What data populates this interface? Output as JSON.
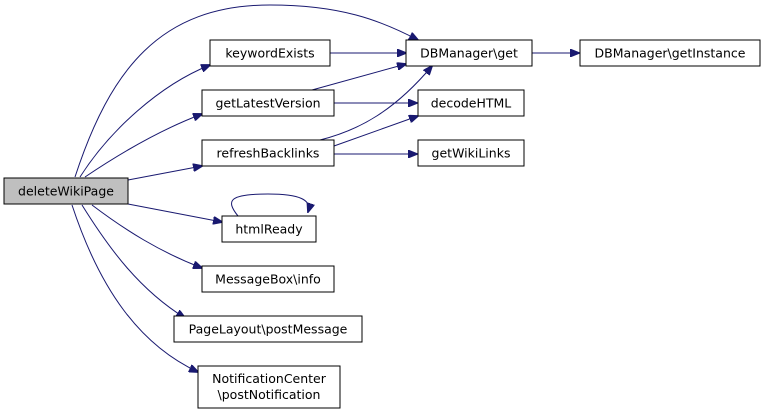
{
  "nodes": {
    "deleteWikiPage": [
      "deleteWikiPage"
    ],
    "keywordExists": [
      "keywordExists"
    ],
    "getLatestVersion": [
      "getLatestVersion"
    ],
    "refreshBacklinks": [
      "refreshBacklinks"
    ],
    "htmlReady": [
      "htmlReady"
    ],
    "messageBoxInfo": [
      "MessageBox\\info"
    ],
    "pageLayoutPostMessage": [
      "PageLayout\\postMessage"
    ],
    "notificationCenterPostNotification": [
      "NotificationCenter",
      "\\postNotification"
    ],
    "dbManagerGet": [
      "DBManager\\get"
    ],
    "dbManagerGetInstance": [
      "DBManager\\getInstance"
    ],
    "decodeHTML": [
      "decodeHTML"
    ],
    "getWikiLinks": [
      "getWikiLinks"
    ]
  },
  "edges": [
    [
      "deleteWikiPage",
      "dbManagerGet"
    ],
    [
      "deleteWikiPage",
      "keywordExists"
    ],
    [
      "deleteWikiPage",
      "getLatestVersion"
    ],
    [
      "deleteWikiPage",
      "refreshBacklinks"
    ],
    [
      "deleteWikiPage",
      "htmlReady"
    ],
    [
      "deleteWikiPage",
      "messageBoxInfo"
    ],
    [
      "deleteWikiPage",
      "pageLayoutPostMessage"
    ],
    [
      "deleteWikiPage",
      "notificationCenterPostNotification"
    ],
    [
      "keywordExists",
      "dbManagerGet"
    ],
    [
      "getLatestVersion",
      "dbManagerGet"
    ],
    [
      "getLatestVersion",
      "decodeHTML"
    ],
    [
      "refreshBacklinks",
      "dbManagerGet"
    ],
    [
      "refreshBacklinks",
      "decodeHTML"
    ],
    [
      "refreshBacklinks",
      "getWikiLinks"
    ],
    [
      "htmlReady",
      "htmlReady"
    ],
    [
      "dbManagerGet",
      "dbManagerGetInstance"
    ]
  ],
  "colors": {
    "edge": "#191970",
    "root_fill": "#bfbfbf",
    "node_fill": "#ffffff",
    "node_border": "#000000"
  }
}
